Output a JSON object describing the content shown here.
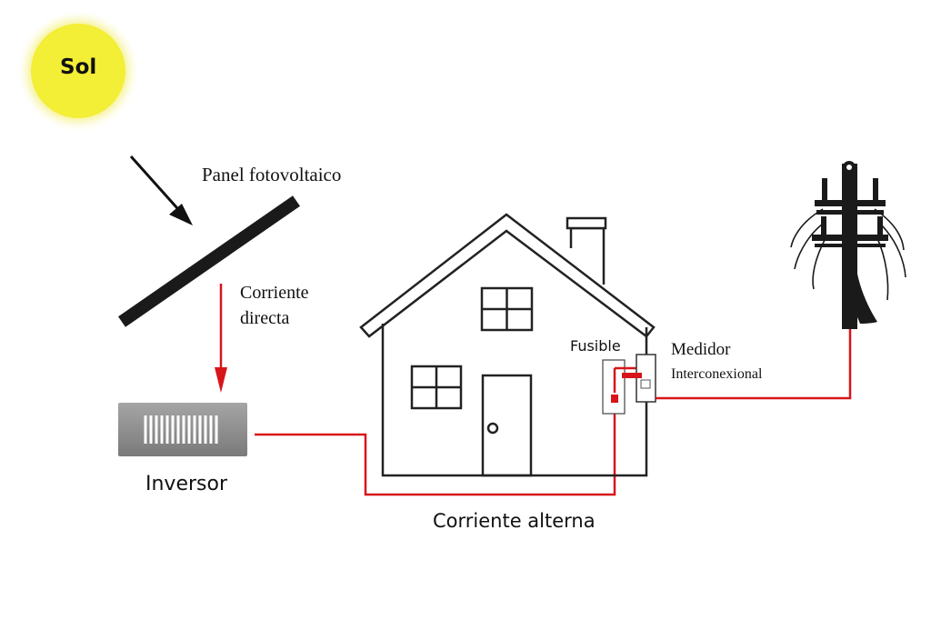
{
  "labels": {
    "sun": "Sol",
    "panel": "Panel fotovoltaico",
    "dc_line1": "Corriente",
    "dc_line2": "directa",
    "inverter": "Inversor",
    "fuse": "Fusible",
    "meter_line1": "Medidor",
    "meter_line2": "Interconexional",
    "ac": "Corriente alterna"
  },
  "colors": {
    "sun": "#f2ef3a",
    "wire": "#d8141b",
    "outline": "#222222",
    "inverter_body": "#8a8a8a"
  },
  "icons": [
    "sun-icon",
    "solar-panel-icon",
    "inverter-icon",
    "house-icon",
    "fuse-box-icon",
    "meter-icon",
    "utility-pole-icon"
  ]
}
